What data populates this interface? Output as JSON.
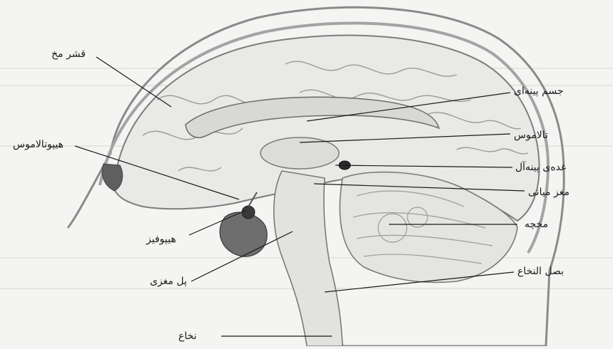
{
  "diagram": {
    "labels": {
      "cortex": "قشر مخ",
      "hypothalamus": "هیپوتالاموس",
      "hypophysis": "هیپوفیز",
      "pons": "پل مغزی",
      "corpus_callosum": "جسم پینه‌ای",
      "thalamus": "تالاموس",
      "pineal": "غده‌ی پینه‌آل",
      "midbrain": "مغز میانی",
      "cerebellum": "مخچه",
      "medulla": "بصل النخاع",
      "spinal_cord": "نخاع"
    }
  }
}
